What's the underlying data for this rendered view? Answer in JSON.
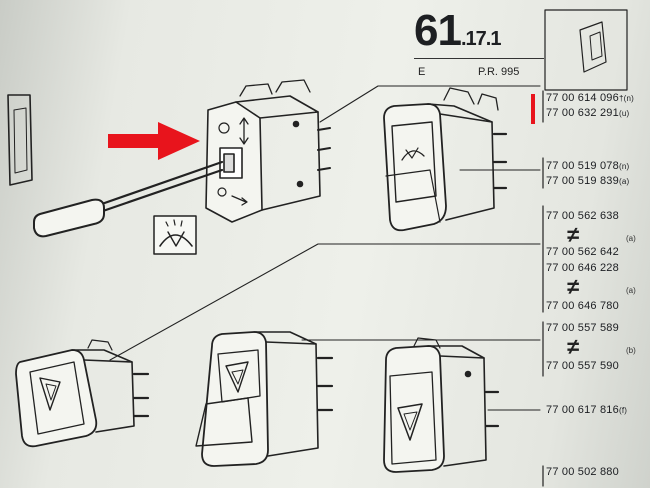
{
  "header": {
    "page_number": "61",
    "section": ".17",
    "sub": ".1",
    "edition": "E",
    "pr": "P.R. 995"
  },
  "parts": [
    {
      "number": "77 00 614 096",
      "suffix": "†(n)"
    },
    {
      "number": "77 00 632 291",
      "suffix": "(u)"
    },
    {
      "number": "77 00 519 078",
      "suffix": "(n)"
    },
    {
      "number": "77 00 519 839",
      "suffix": "(a)"
    },
    {
      "number": "77 00 562 638",
      "suffix": ""
    },
    {
      "number": "77 00 562 642",
      "suffix": ""
    },
    {
      "number": "77 00 646 228",
      "suffix": ""
    },
    {
      "number": "77 00 646 780",
      "suffix": ""
    },
    {
      "number": "77 00 557 589",
      "suffix": ""
    },
    {
      "number": "77 00 557 590",
      "suffix": ""
    },
    {
      "number": "77 00 617 816",
      "suffix": "(f)"
    },
    {
      "number": "77 00 502 880",
      "suffix": ""
    }
  ],
  "not_equal_symbol": "≠",
  "notes": [
    "(a)",
    "(a)",
    "(b)"
  ],
  "colors": {
    "paper": "#eef0ea",
    "ink": "#1d1f22",
    "arrow_red": "#e8141c"
  },
  "icons": {
    "pointer": "red-arrow-icon",
    "wiper": "windscreen-wiper-washer-icon",
    "hazard": "hazard-triangle-icon"
  }
}
